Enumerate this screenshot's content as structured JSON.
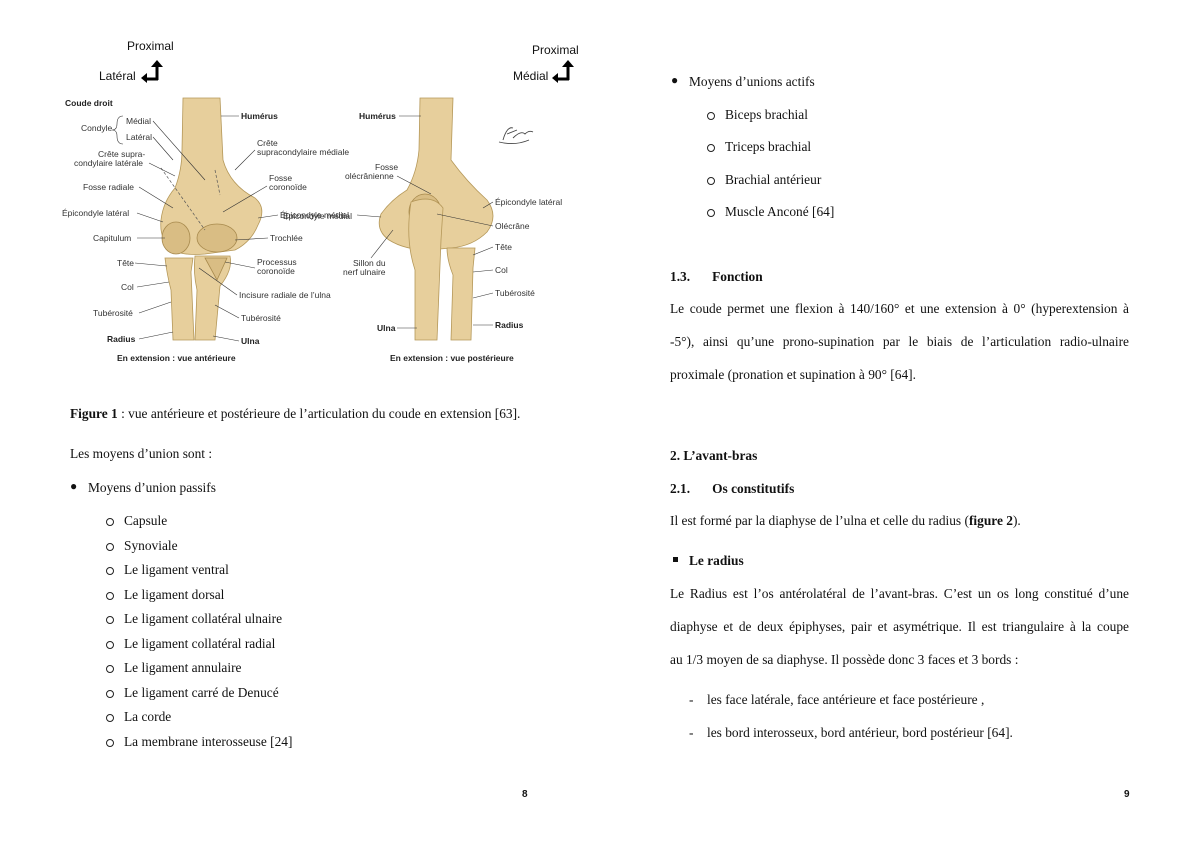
{
  "left_page": {
    "orientation": {
      "proximal_left": "Proximal",
      "lateral": "Latéral",
      "proximal_right": "Proximal",
      "medial": "Médial"
    },
    "figure": {
      "anterior": {
        "title": "Coude droit",
        "condyle": "Condyle",
        "condyle_medial": "Médial",
        "condyle_lateral": "Latéral",
        "crest_lateral_1": "Crête supra-",
        "crest_lateral_2": "condylaire latérale",
        "fossa_radial": "Fosse radiale",
        "epicondyle_lateral": "Épicondyle latéral",
        "capitulum": "Capitulum",
        "head": "Tête",
        "neck": "Col",
        "tuberosity": "Tubérosité",
        "radius": "Radius",
        "humerus": "Humérus",
        "crest_medial_1": "Crête",
        "crest_medial_2": "supracondylaire médiale",
        "fossa_coronoid_1": "Fosse",
        "fossa_coronoid_2": "coronoïde",
        "epicondyle_medial": "Épicondyle médial",
        "trochlea": "Trochlée",
        "coronoid_1": "Processus",
        "coronoid_2": "coronoïde",
        "radial_notch": "Incisure radiale de l’ulna",
        "tuberosity_2": "Tubérosité",
        "ulna": "Ulna",
        "caption": "En extension : vue antérieure"
      },
      "posterior": {
        "humerus": "Humérus",
        "fossa_1": "Fosse",
        "fossa_2": "olécrânienne",
        "epicondyle_medial": "Épicondyle médial",
        "ulnar_groove_1": "Sillon du",
        "ulnar_groove_2": "nerf ulnaire",
        "ulna": "Ulna",
        "epicondyle_lateral": "Épicondyle latéral",
        "olecranon": "Olécrâne",
        "head": "Tête",
        "neck": "Col",
        "tuberosity": "Tubérosité",
        "radius": "Radius",
        "caption": "En extension : vue postérieure"
      },
      "signature": "F. Netter"
    },
    "figure_caption_bold": "Figure 1",
    "figure_caption_rest": " : vue antérieure et postérieure de l’articulation du coude en extension [63].",
    "intro": "Les moyens d’union sont :",
    "passive_heading": "Moyens d’union passifs",
    "passive_items": [
      "Capsule",
      "Synoviale",
      "Le ligament ventral",
      "Le ligament dorsal",
      "Le ligament collatéral ulnaire",
      "Le ligament collatéral radial",
      "Le ligament annulaire",
      "Le ligament carré de Denucé",
      "La corde",
      "La membrane interosseuse [24]"
    ],
    "page_number": "8"
  },
  "right_page": {
    "active_heading": "Moyens d’unions actifs",
    "active_items": [
      "Biceps brachial",
      "Triceps brachial",
      "Brachial antérieur",
      "Muscle Anconé [64]"
    ],
    "section_1_3": {
      "number": "1.3.",
      "title": "Fonction"
    },
    "function_lines": [
      "Le coude permet une flexion à 140/160° et une extension à 0° (hyperextension à",
      "-5°), ainsi qu’une prono-supination par le biais de l’articulation radio-ulnaire",
      "proximale (pronation et supination à 90° [64]."
    ],
    "section_2": "2.  L’avant-bras",
    "section_2_1": {
      "number": "2.1.",
      "title": "Os constitutifs"
    },
    "forearm_text_start": "Il est formé par la diaphyse de l’ulna et celle du radius (",
    "forearm_text_bold": "figure 2",
    "forearm_text_end": ").",
    "radius_heading": "Le radius",
    "radius_lines": [
      "Le Radius est l’os antérolatéral de l’avant-bras. C’est un os long constitué d’une",
      "diaphyse et de deux épiphyses, pair et asymétrique. Il est triangulaire à la coupe",
      "au 1/3 moyen de sa diaphyse. Il possède donc 3 faces et 3 bords :"
    ],
    "dash_items": [
      "les face latérale, face antérieure et face postérieure ,",
      "les bord interosseux, bord antérieur, bord postérieur [64]."
    ],
    "page_number": "9"
  }
}
